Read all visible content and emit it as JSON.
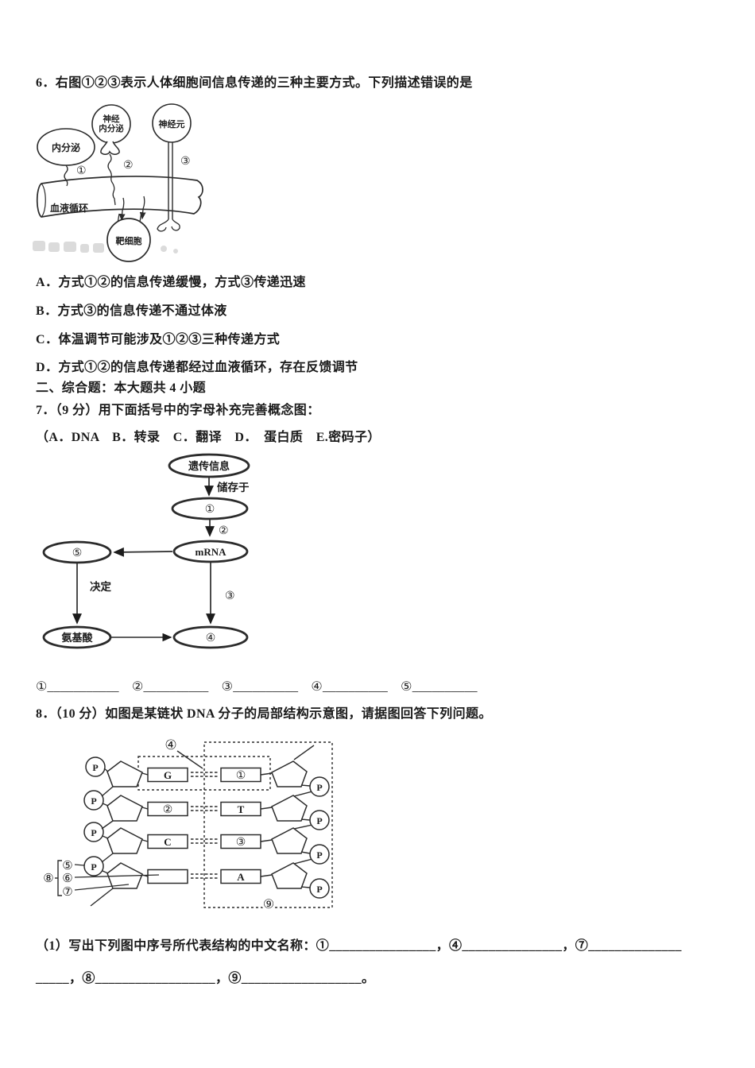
{
  "q6": {
    "stem": "6．右图①②③表示人体细胞间信息传递的三种主要方式。下列描述错误的是",
    "diagram": {
      "endocrine": "内分泌",
      "neuro_line1": "神经",
      "neuro_line2": "内分泌",
      "neuron": "神经元",
      "num1": "①",
      "num2": "②",
      "num3": "③",
      "vessel": "血液循环",
      "target": "靶细胞"
    },
    "options": [
      "A．方式①②的信息传递缓慢，方式③传递迅速",
      "B．方式③的信息传递不通过体液",
      "C．体温调节可能涉及①②③三种传递方式",
      "D．方式①②的信息传递都经过血液循环，存在反馈调节"
    ]
  },
  "section_header": "二、综合题：本大题共 4 小题",
  "q7": {
    "stem": "7．（9 分）用下面括号中的字母补充完善概念图：",
    "choices": "（A．DNA　B．转录　C．翻译　D．　蛋白质　E.密码子）",
    "map": {
      "genetic_info": "遗传信息",
      "stored_in": "储存于",
      "n1": "①",
      "n2": "②",
      "mrna": "mRNA",
      "n3": "③",
      "n4": "④",
      "n5": "⑤",
      "determine": "决定",
      "amino": "氨基酸"
    },
    "blanks": "①___________　②__________　③__________　④__________　⑤__________"
  },
  "q8": {
    "stem": "8．（10 分）如图是某链状 DNA 分子的局部结构示意图，请据图回答下列问题。",
    "dna": {
      "p": "P",
      "row1_left": "G",
      "row1_right": "①",
      "row2_left": "②",
      "row2_right": "T",
      "row3_left": "C",
      "row3_right": "③",
      "row4_right": "A",
      "n4": "④",
      "n5": "⑤",
      "n6": "⑥",
      "n7": "⑦",
      "n8": "⑧",
      "n9": "⑨"
    },
    "part1_line1": "（1）写出下列图中序号所代表结构的中文名称：①________________，④_______________，⑦______________",
    "part1_line2": "_____，⑧__________________，⑨__________________。"
  }
}
